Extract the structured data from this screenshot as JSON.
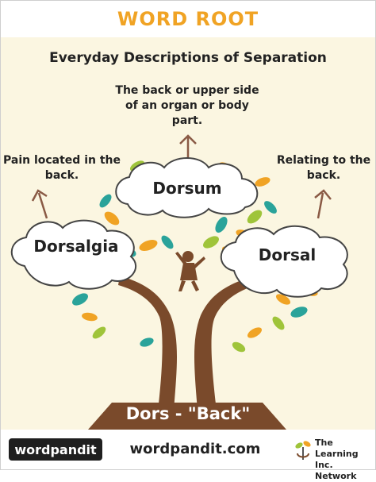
{
  "header": {
    "title": "WORD ROOT"
  },
  "subtitle": "Everyday Descriptions of Separation",
  "words": {
    "center": {
      "word": "Dorsum",
      "definition": "The back or upper side of an organ or body part."
    },
    "left": {
      "word": "Dorsalgia",
      "definition": "Pain located in the back."
    },
    "right": {
      "word": "Dorsal",
      "definition": "Relating to the back."
    }
  },
  "root": "Dors - \"Back\"",
  "footer": {
    "logo_text": "wordpandit",
    "site": "wordpandit.com",
    "network_line1": "The Learning",
    "network_line2": "Inc. Network"
  },
  "colors": {
    "title": "#f0a324",
    "panel_bg": "#fbf6e1",
    "trunk": "#7a4a2b",
    "leaf_orange": "#f0a324",
    "leaf_green": "#9fc43a",
    "leaf_teal": "#2aa39a",
    "arrow": "#8a5a45"
  }
}
